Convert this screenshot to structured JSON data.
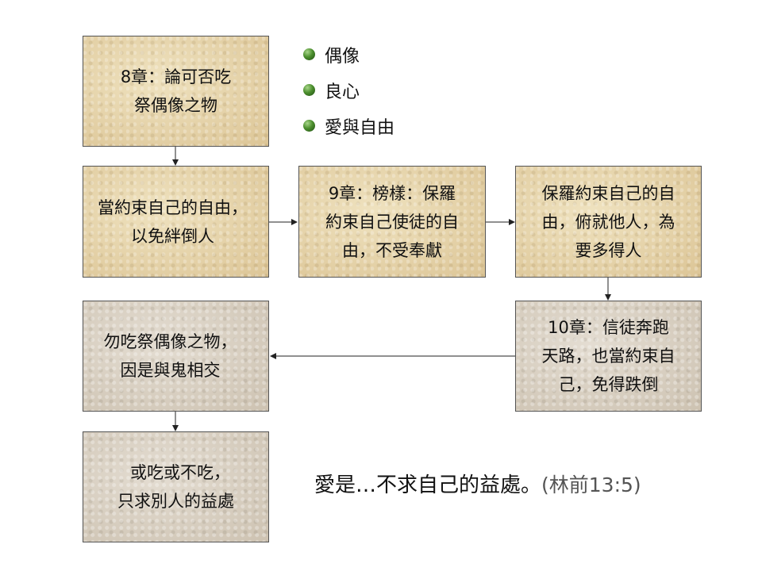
{
  "boxes": {
    "ch8": [
      "8章：論可否吃",
      "祭偶像之物"
    ],
    "restrain": [
      "當約束自己的自由，",
      "以免絆倒人"
    ],
    "ch9": [
      "9章：榜樣：保羅",
      "約束自己使徒的自",
      "由，不受奉獻"
    ],
    "paul": [
      "保羅約束自己的自",
      "由，俯就他人，為",
      "要多得人"
    ],
    "ch10": [
      "10章：信徒奔跑",
      "天路，也當約束自",
      "己，免得跌倒"
    ],
    "no_eat": [
      "勿吃祭偶像之物，",
      "因是與鬼相交"
    ],
    "either": [
      "或吃或不吃，",
      "只求別人的益處"
    ]
  },
  "bullets": [
    "偶像",
    "良心",
    "愛與自由"
  ],
  "quote": {
    "text": "愛是…不求自己的益處。",
    "ref": "(林前13:5)"
  },
  "colors": {
    "tan_box": "#e6d3a8",
    "grey_box": "#d9d0c3",
    "border": "#555555",
    "bullet": "#4c8f2e"
  }
}
